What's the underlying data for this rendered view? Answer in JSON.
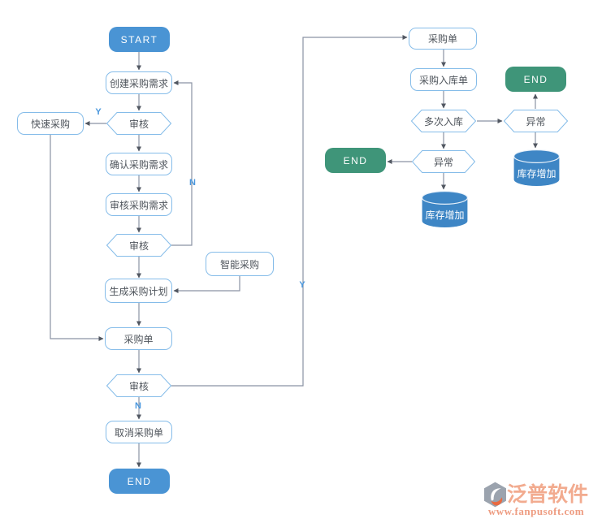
{
  "diagram": {
    "nodes": {
      "start": {
        "label": "START"
      },
      "create_request": {
        "label": "创建采购需求"
      },
      "review_1": {
        "label": "审核"
      },
      "quick_purchase": {
        "label": "快速采购"
      },
      "confirm_request": {
        "label": "确认采购需求"
      },
      "audit_request": {
        "label": "审核采购需求"
      },
      "review_2": {
        "label": "审核"
      },
      "smart_purchase": {
        "label": "智能采购"
      },
      "generate_plan": {
        "label": "生成采购计划"
      },
      "purchase_order": {
        "label": "采购单"
      },
      "review_3": {
        "label": "审核"
      },
      "cancel_order": {
        "label": "取消采购单"
      },
      "end_left": {
        "label": "END"
      },
      "purchase_order_right": {
        "label": "采购单"
      },
      "purchase_inbound": {
        "label": "采购入库单"
      },
      "multi_inbound": {
        "label": "多次入库"
      },
      "exception_right": {
        "label": "异常"
      },
      "end_top_right": {
        "label": "END"
      },
      "stock_increase_right": {
        "label": "库存增加"
      },
      "exception_center": {
        "label": "异常"
      },
      "end_center": {
        "label": "END"
      },
      "stock_increase_center": {
        "label": "库存增加"
      }
    },
    "edge_labels": {
      "y_quick": "Y",
      "n_back": "N",
      "y_pass": "Y",
      "n_cancel": "N"
    },
    "colors": {
      "terminator_blue": "#4a94d4",
      "terminator_green": "#3f9579",
      "cylinder_blue": "#3e86c5",
      "node_border": "#85bce9",
      "node_text": "#4f555c",
      "connector": "#8a92a3",
      "arrowhead": "#515761",
      "label_blue": "#4a97dd",
      "watermark_brand": "#f2ab8f",
      "watermark_url": "#ee9c81",
      "watermark_icon_gray": "#9ba3ae",
      "watermark_icon_orange": "#e96a41"
    },
    "watermark": {
      "brand": "泛普软件",
      "url": "www.fanpusoft.com"
    }
  }
}
